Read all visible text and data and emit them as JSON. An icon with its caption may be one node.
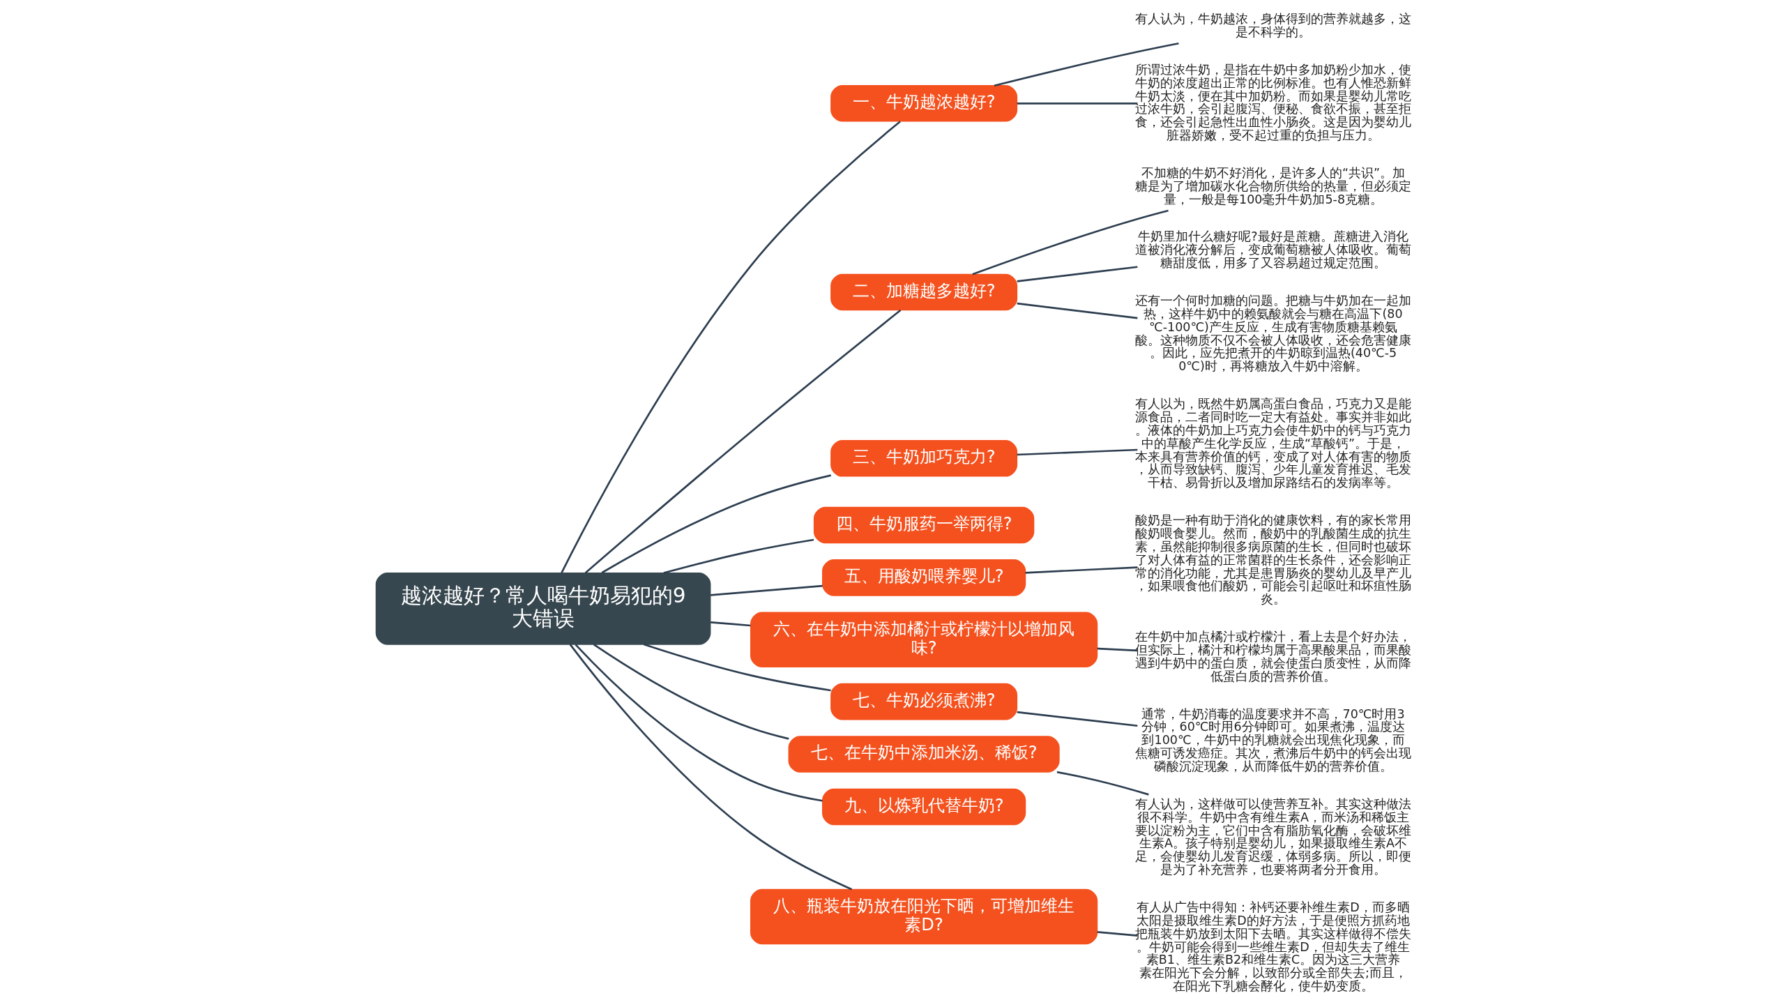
{
  "diagram": {
    "nodes": [
      {
        "text": [
          "越浓越好？常人喝牛奶易犯的9大错误"
        ]
      },
      {
        "text": [
          "一、牛奶越浓越好?"
        ]
      },
      {
        "text": [
          "有人认为，牛奶越浓，身体得到的营养就越多，这是不科学的。"
        ]
      },
      {
        "text": [
          "所谓过浓牛奶，是指在牛奶中多加奶粉少加水，使牛奶的浓度超出正常的比例标准。也有人惟恐新鲜牛奶太淡，便在其中加奶粉。而如果是婴幼儿常吃过浓牛奶，会引起腹泻、便秘、食欲不振，甚至拒食，还会引起急性出血性小肠炎。这是因为婴幼儿脏器娇嫩，受不起过重的负担与压力。"
        ]
      },
      {
        "text": [
          "二、加糖越多越好?"
        ]
      },
      {
        "text": [
          "不加糖的牛奶不好消化，是许多人的“共识”。加糖是为了增加碳水化合物所供给的热量，但必须定量，一般是每100毫升牛奶加5-8克糖。"
        ]
      },
      {
        "text": [
          "牛奶里加什么糖好呢?最好是蔗糖。蔗糖进入消化道被消化液分解后，变成葡萄糖被人体吸收。葡萄糖甜度低，用多了又容易超过规定范围。"
        ]
      },
      {
        "text": [
          "还有一个何时加糖的问题。把糖与牛奶加在一起加热，这样牛奶中的赖氨酸就会与糖在高温下(80℃-100℃)产生反应，生成有害物质糖基赖氨酸。这种物质不仅不会被人体吸收，还会危害健康。因此，应先把煮开的牛奶晾到温热(40℃-50℃)时，再将糖放入牛奶中溶解。"
        ]
      },
      {
        "text": [
          "三、牛奶加巧克力?"
        ]
      },
      {
        "text": [
          "有人以为，既然牛奶属高蛋白食品，巧克力又是能源食品，二者同时吃一定大有益处。事实并非如此。液体的牛奶加上巧克力会使牛奶中的钙与巧克力中的草酸产生化学反应，生成“草酸钙”。于是，本来具有营养价值的钙，变成了对人体有害的物质，从而导致缺钙、腹泻、少年儿童发育推迟、毛发干枯、易骨折以及增加尿路结石的发病率等。"
        ]
      },
      {
        "text": [
          "四、牛奶服药一举两得?"
        ]
      },
      {
        "text": [
          "五、用酸奶喂养婴儿?"
        ]
      },
      {
        "text": [
          "酸奶是一种有助于消化的健康饮料，有的家长常用酸奶喂食婴儿。然而，酸奶中的乳酸菌生成的抗生素，虽然能抑制很多病原菌的生长，但同时也破坏了对人体有益的正常菌群的生长条件，还会影响正常的消化功能，尤其是患胃肠炎的婴幼儿及早产儿，如果喂食他们酸奶，可能会引起呕吐和坏疽性肠炎。"
        ]
      },
      {
        "text": [
          "六、在牛奶中添加橘汁或柠檬汁以增加风味?"
        ]
      },
      {
        "text": [
          "在牛奶中加点橘汁或柠檬汁，看上去是个好办法，但实际上，橘汁和柠檬均属于高果酸果品，而果酸遇到牛奶中的蛋白质，就会使蛋白质变性，从而降低蛋白质的营养价值。"
        ]
      },
      {
        "text": [
          "七、牛奶必须煮沸?"
        ]
      },
      {
        "text": [
          "通常，牛奶消毒的温度要求并不高，70℃时用3分钟，60℃时用6分钟即可。如果煮沸，温度达到100℃，牛奶中的乳糖就会出现焦化现象，而焦糖可诱发癌症。其次，煮沸后牛奶中的钙会出现磷酸沉淀现象，从而降低牛奶的营养价值。"
        ]
      },
      {
        "text": [
          "七、在牛奶中添加米汤、稀饭?"
        ]
      },
      {
        "text": [
          "有人认为，这样做可以使营养互补。其实这种做法很不科学。牛奶中含有维生素A，而米汤和稀饭主要以淀粉为主，它们中含有脂肪氧化酶，会破坏维生素A。孩子特别是婴幼儿，如果摄取维生素A不足，会使婴幼儿发育迟缓，体弱多病。所以，即便是为了补充营养，也要将两者分开食用。"
        ]
      },
      {
        "text": [
          "九、以炼乳代替牛奶?"
        ]
      },
      {
        "text": [
          "八、瓶装牛奶放在阳光下晒，可增加维生素D?"
        ]
      },
      {
        "text": [
          "有人从广告中得知：补钙还要补维生素D，而多晒太阳是摄取维生素D的好方法，于是便照方抓药地把瓶装牛奶放到太阳下去晒。其实这样做得不偿失。牛奶可能会得到一些维生素D，但却失去了维生素B1、维生素B2和维生素C。因为这三大营养素在阳光下会分解，以致部分或全部失去;而且，在阳光下乳糖会酵化，使牛奶变质。"
        ]
      }
    ],
    "edges": [
      {
        "from": 0,
        "to": 1,
        "arrow": "none"
      },
      {
        "from": 1,
        "to": 2,
        "arrow": "none"
      },
      {
        "from": 1,
        "to": 3,
        "arrow": "none"
      },
      {
        "from": 0,
        "to": 4,
        "arrow": "none"
      },
      {
        "from": 4,
        "to": 5,
        "arrow": "none"
      },
      {
        "from": 4,
        "to": 6,
        "arrow": "none"
      },
      {
        "from": 4,
        "to": 7,
        "arrow": "none"
      },
      {
        "from": 0,
        "to": 8,
        "arrow": "none"
      },
      {
        "from": 8,
        "to": 9,
        "arrow": "none"
      },
      {
        "from": 0,
        "to": 10,
        "arrow": "none"
      },
      {
        "from": 0,
        "to": 11,
        "arrow": "none"
      },
      {
        "from": 11,
        "to": 12,
        "arrow": "none"
      },
      {
        "from": 0,
        "to": 13,
        "arrow": "none"
      },
      {
        "from": 13,
        "to": 14,
        "arrow": "none"
      },
      {
        "from": 0,
        "to": 15,
        "arrow": "none"
      },
      {
        "from": 15,
        "to": 16,
        "arrow": "none"
      },
      {
        "from": 0,
        "to": 17,
        "arrow": "none"
      },
      {
        "from": 17,
        "to": 18,
        "arrow": "none"
      },
      {
        "from": 0,
        "to": 19,
        "arrow": "none"
      },
      {
        "from": 0,
        "to": 20,
        "arrow": "none"
      },
      {
        "from": 20,
        "to": 21,
        "arrow": "none"
      }
    ]
  }
}
